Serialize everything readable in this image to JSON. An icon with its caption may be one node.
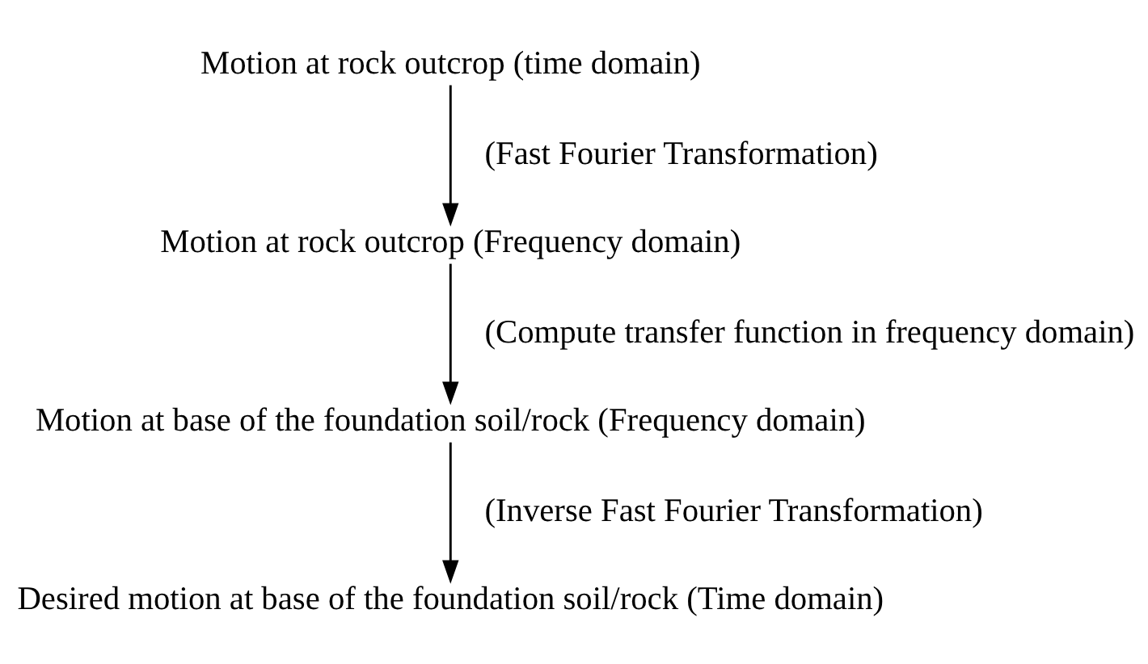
{
  "diagram": {
    "nodes": [
      {
        "text": [
          "Motion at rock outcrop (time domain)"
        ]
      },
      {
        "text": [
          "Motion at rock outcrop (Frequency domain)"
        ]
      },
      {
        "text": [
          "Motion at base of the foundation soil/rock (Frequency domain)"
        ]
      },
      {
        "text": [
          "Desired motion at base of the foundation soil/rock (Time domain)"
        ]
      }
    ],
    "edges": [
      {
        "from": 0,
        "to": 1,
        "arrow": "to",
        "label": "(Fast Fourier Transformation)"
      },
      {
        "from": 1,
        "to": 2,
        "arrow": "to",
        "label": "(Compute transfer function in frequency domain)"
      },
      {
        "from": 2,
        "to": 3,
        "arrow": "to",
        "label": "(Inverse Fast Fourier Transformation)"
      }
    ]
  }
}
